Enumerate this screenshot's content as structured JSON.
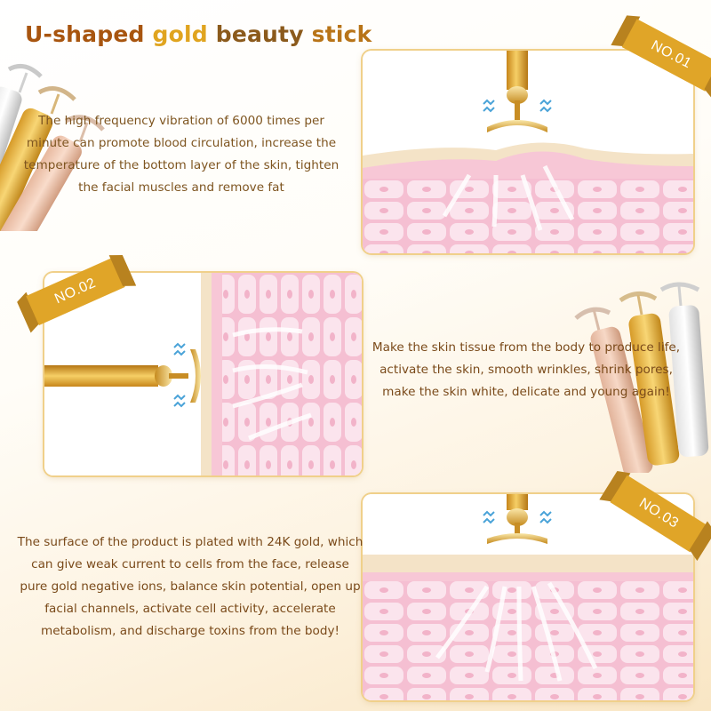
{
  "title": {
    "word1": "U-shaped",
    "word2": "gold",
    "word3": "beauty",
    "word4": "stick"
  },
  "steps": [
    {
      "label": "NO.01",
      "text": "The high frequency vibration of 6000 times per minute can promote blood circulation, increase the temperature of the bottom layer of the skin, tighten the facial muscles and remove fat"
    },
    {
      "label": "NO.02",
      "text": "Make the skin tissue from the body to produce life, activate the skin, smooth wrinkles, shrink pores, make the skin white, delicate and young again!"
    },
    {
      "label": "NO.03",
      "text": "The surface of the product is plated with 24K gold, which can give weak current to cells from the face, release pure gold negative ions, balance skin potential, open up facial channels, activate cell activity, accelerate metabolism, and discharge toxins from the body!"
    }
  ],
  "colors": {
    "gold": "#e2a92c",
    "gold_dark": "#b97a12",
    "ribbon": "#e0a528",
    "skin_pink": "#f5c1d3",
    "cell_pink": "#fbe3ec",
    "skin_top": "#f3e2c6",
    "text": "#7a4a1a"
  },
  "icons": [
    "gold-beauty-stick-icon",
    "vibration-wave-icon",
    "arrow-flow-icon",
    "ribbon-badge-icon"
  ]
}
